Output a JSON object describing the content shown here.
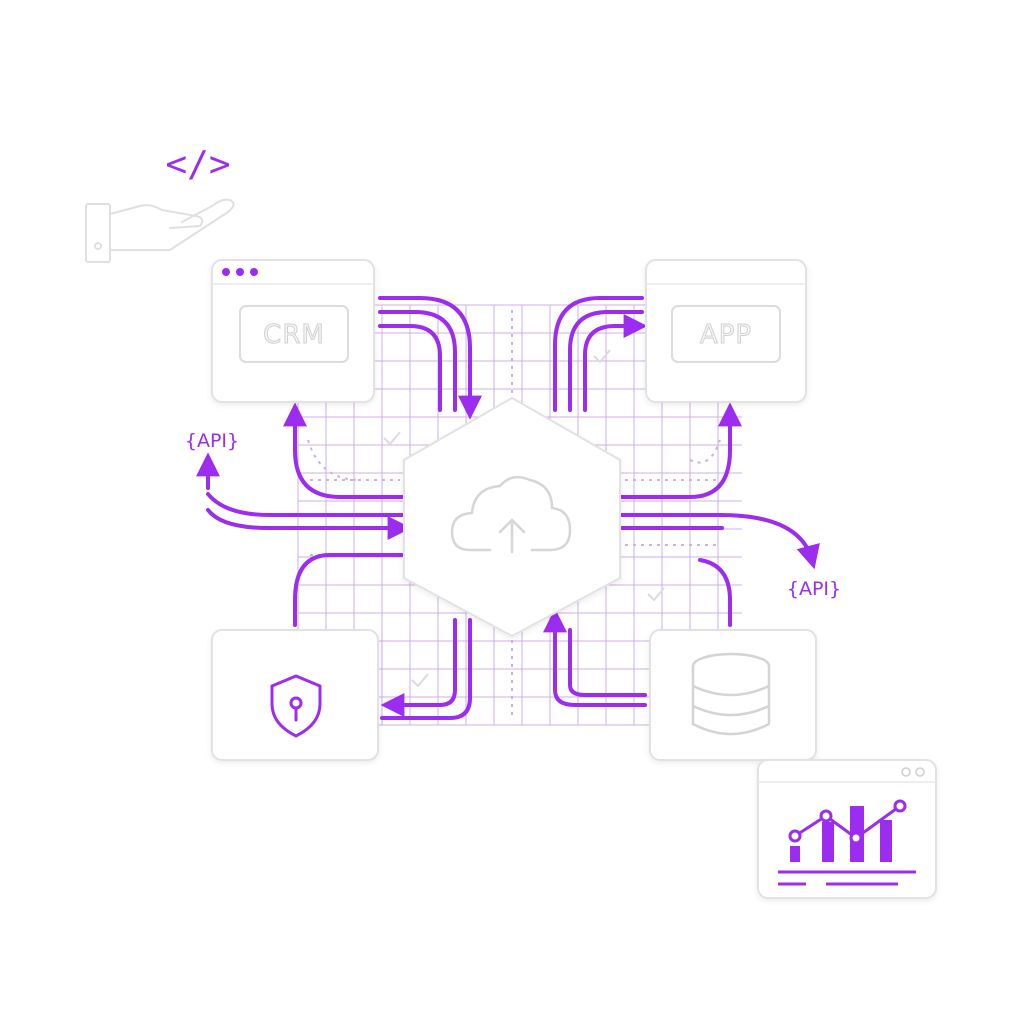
{
  "labels": {
    "crm": "CRM",
    "app": "APP",
    "api_left": "{API}",
    "api_right": "{API}",
    "code": "</>"
  },
  "colors": {
    "accent": "#9b2cf0",
    "grid": "#9a5bd0",
    "card_border": "#e2e2e2",
    "background": "#ffffff"
  },
  "icons": [
    "code-icon",
    "hand-icon",
    "cloud-upload-icon",
    "shield-lock-icon",
    "database-icon",
    "analytics-chart-icon",
    "window-dots-icon",
    "check-icon"
  ]
}
